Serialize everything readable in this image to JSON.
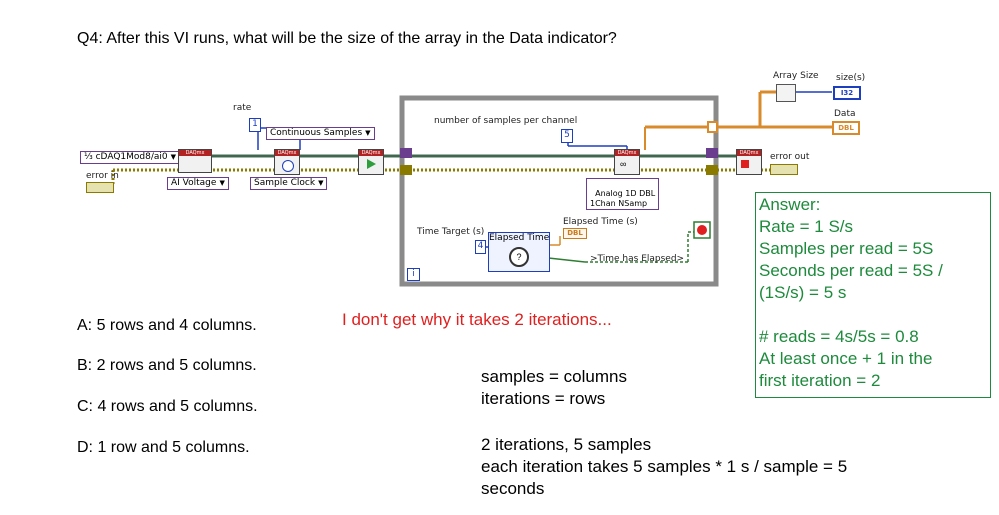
{
  "question": "Q4:  After this VI runs, what will be the size of the array in the Data indicator?",
  "options": [
    {
      "letter": "A:",
      "text": "5 rows and 4 columns."
    },
    {
      "letter": "B:",
      "text": "2 rows and 5 columns."
    },
    {
      "letter": "C:",
      "text": "4 rows and 5 columns."
    },
    {
      "letter": "D:",
      "text": "1 row and 5 columns."
    }
  ],
  "diagram": {
    "rate_label": "rate",
    "rate_value": "1",
    "continuous_samples": "Continuous Samples",
    "channel": "cDAQ1Mod8/ai0",
    "error_in": "error in",
    "ai_voltage": "AI Voltage",
    "sample_clock": "Sample Clock",
    "samples_per_channel_label": "number of samples per channel",
    "samples_per_channel_value": "5",
    "read_polymorphic": "Analog 1D DBL\n1Chan NSamp",
    "elapsed_time_label": "Elapsed Time (s)",
    "elapsed_time_block": "Elapsed Time",
    "time_target_label": "Time Target (s)",
    "time_target_value": "4",
    "time_has_elapsed": ">Time has Elapsed>",
    "array_size_label": "Array Size",
    "size_label": "size(s)",
    "size_type": "I32",
    "data_label": "Data",
    "data_type": "DBL",
    "error_out": "error out",
    "dbl_type": "DBL",
    "daqmx_tag": "DAQmx",
    "loop_index": "i"
  },
  "comment": "I don't get why it takes 2 iterations...",
  "answer_box": [
    "Answer:",
    "Rate = 1 S/s",
    "Samples per read = 5S",
    "Seconds per read = 5S /",
    "(1S/s) = 5 s",
    "",
    "# reads = 4s/5s = 0.8",
    "At least once + 1 in the",
    "first iteration = 2"
  ],
  "notes_mid": [
    "samples = columns",
    "iterations = rows"
  ],
  "notes_bottom": [
    "2 iterations, 5 samples",
    "each iteration takes 5 samples * 1 s / sample = 5",
    "seconds"
  ],
  "colors": {
    "comment_red": "#e02020",
    "answer_green": "#1d8a3c",
    "wire_orange": "#d98a2b",
    "wire_green": "#2e7d32",
    "wire_purple": "#6a3d8f",
    "wire_blue": "#1d3fbf",
    "wire_error": "#8a7a00",
    "loop_gray": "#808080"
  }
}
